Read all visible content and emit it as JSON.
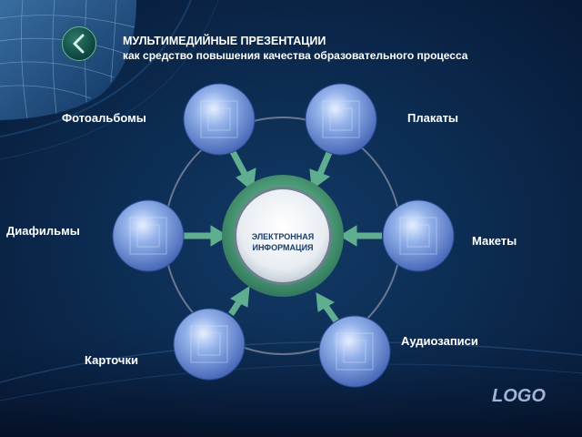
{
  "slide": {
    "title": "МУЛЬТИМЕДИЙНЫЕ ПРЕЗЕНТАЦИИ",
    "subtitle": "как средство повышения качества образовательного процесса",
    "logo": "LOGO",
    "back_icon": "chevron-left-icon"
  },
  "diagram": {
    "center": {
      "line1": "ЭЛЕКТРОННАЯ",
      "line2": "ИНФОРМАЦИЯ"
    },
    "nodes": [
      {
        "label": "Фотоальбомы"
      },
      {
        "label": "Плакаты"
      },
      {
        "label": "Диафильмы"
      },
      {
        "label": "Макеты"
      },
      {
        "label": "Карточки"
      },
      {
        "label": "Аудиозаписи"
      }
    ]
  },
  "colors": {
    "background": "#0c2c52",
    "node_fill": "#6f92d8",
    "arrow": "#5fae90",
    "center_ring": "#4fa07a",
    "text": "#ffffff",
    "logo": "#9fb4d8"
  }
}
